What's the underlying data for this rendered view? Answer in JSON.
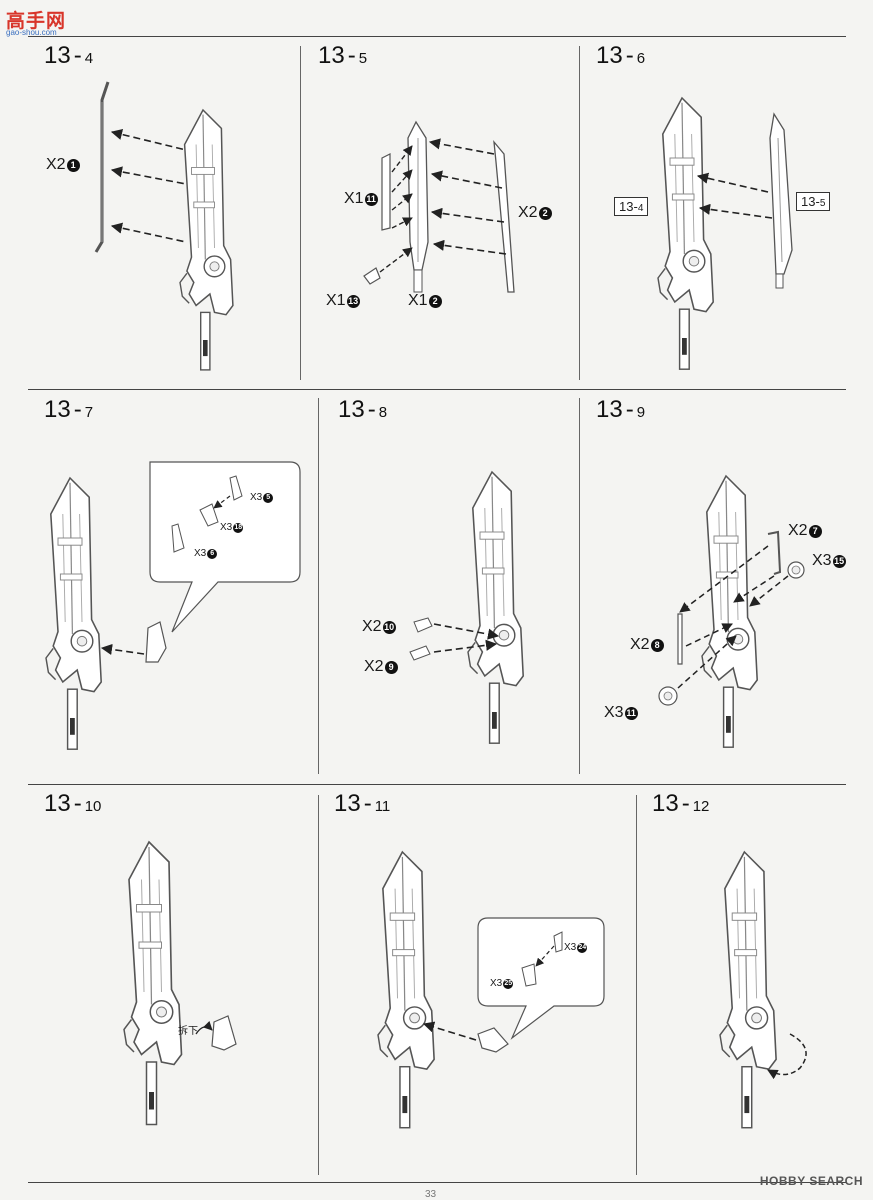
{
  "watermark": {
    "main": "高手网",
    "sub": "gao-shou.com"
  },
  "steps": [
    {
      "main": "13",
      "sub": "4",
      "labels": [
        {
          "text": "X2",
          "num": "1"
        }
      ]
    },
    {
      "main": "13",
      "sub": "5",
      "labels": [
        {
          "text": "X1",
          "num": "11"
        },
        {
          "text": "X2",
          "num": "2"
        },
        {
          "text": "X1",
          "num": "13"
        },
        {
          "text": "X1",
          "num": "2"
        }
      ]
    },
    {
      "main": "13",
      "sub": "6",
      "refs": [
        {
          "main": "13",
          "sub": "4"
        },
        {
          "main": "13",
          "sub": "5"
        }
      ]
    },
    {
      "main": "13",
      "sub": "7",
      "labels": [
        {
          "text": "X3",
          "num": "5"
        },
        {
          "text": "X3",
          "num": "18"
        },
        {
          "text": "X3",
          "num": "6"
        }
      ]
    },
    {
      "main": "13",
      "sub": "8",
      "labels": [
        {
          "text": "X2",
          "num": "10"
        },
        {
          "text": "X2",
          "num": "9"
        }
      ]
    },
    {
      "main": "13",
      "sub": "9",
      "labels": [
        {
          "text": "X2",
          "num": "7"
        },
        {
          "text": "X3",
          "num": "15"
        },
        {
          "text": "X2",
          "num": "8"
        },
        {
          "text": "X3",
          "num": "11"
        }
      ]
    },
    {
      "main": "13",
      "sub": "10",
      "note": "拆下"
    },
    {
      "main": "13",
      "sub": "11",
      "labels": [
        {
          "text": "X3",
          "num": "24"
        },
        {
          "text": "X3",
          "num": "25"
        }
      ]
    },
    {
      "main": "13",
      "sub": "12"
    }
  ],
  "footer": {
    "brand": "HOBBY SEARCH",
    "page": "33"
  }
}
